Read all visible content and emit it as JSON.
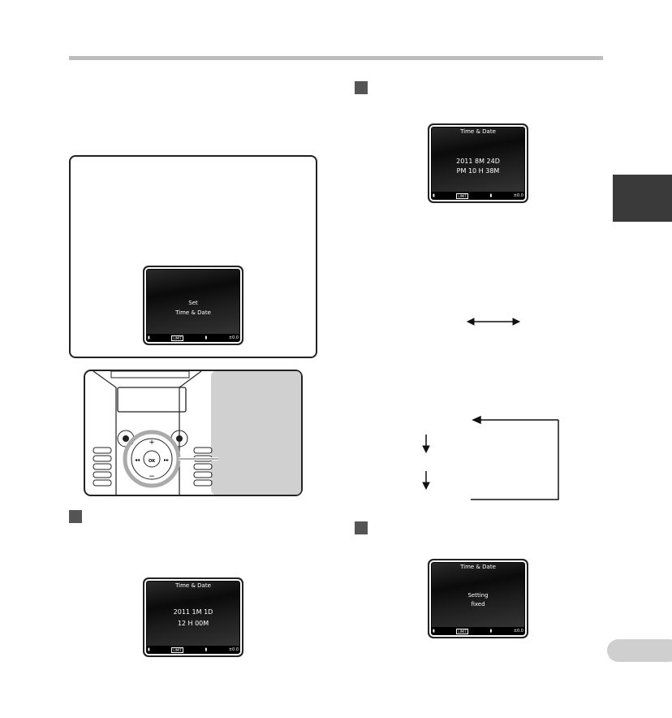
{
  "screens": {
    "set": {
      "line1": "Set",
      "line2": "Time & Date"
    },
    "step_year": {
      "title": "Time & Date",
      "line1": "2011  1M  1D",
      "line2": "12 H 00M"
    },
    "step_hour": {
      "title": "Time & Date",
      "line1": "2011  8M 24D",
      "line2": "PM 10 H 38M"
    },
    "step_fixed": {
      "title": "Time & Date",
      "line1": "Setting",
      "line2": "fixed"
    },
    "status": {
      "limit": "LIMIT",
      "level": "±0.0"
    }
  },
  "device": {
    "plus": "+",
    "minus": "−",
    "ok": "OK"
  },
  "colors": {
    "step_marker": "#555555",
    "tab": "#3a3a3a",
    "rule": "#bdbdbd"
  },
  "icons": [
    "double-arrow-icon",
    "down-arrow-icon",
    "loop-arrow-icon"
  ]
}
